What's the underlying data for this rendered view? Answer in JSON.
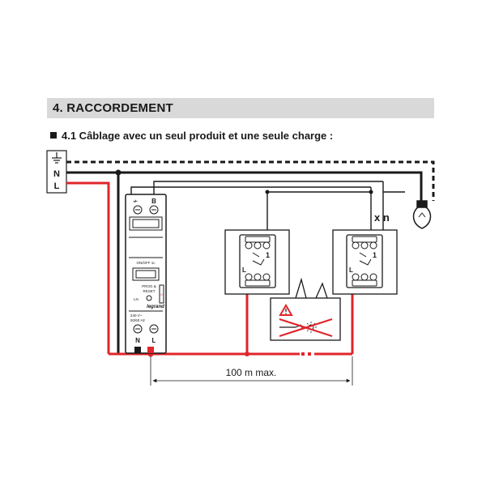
{
  "section": {
    "title": "4. RACCORDEMENT"
  },
  "subsection": {
    "title": "4.1  Câblage avec un seul produit et une seule charge :"
  },
  "supply": {
    "neutral": "N",
    "line": "L"
  },
  "main_module": {
    "top_terminal_left_symbol": "≁",
    "top_terminal_right": "B",
    "model_text": "ON/OFF 1c",
    "prog_text_1": "PROG &",
    "prog_text_2": "RESET",
    "led_text": "LN",
    "voltage_text_1": "240 V~",
    "voltage_text_2": "50/60 Hz",
    "brand": "legrand",
    "bottom_terminal_left": "N",
    "bottom_terminal_right": "L"
  },
  "push_buttons": {
    "label": "1",
    "terminal": "L"
  },
  "multiplier": "x n",
  "distance_label": "100 m max.",
  "colors": {
    "phase_wire": "#e0252b",
    "neutral_wire": "#1a1a1a",
    "section_bg": "#d9d9d9",
    "warning": "#e0252b"
  }
}
